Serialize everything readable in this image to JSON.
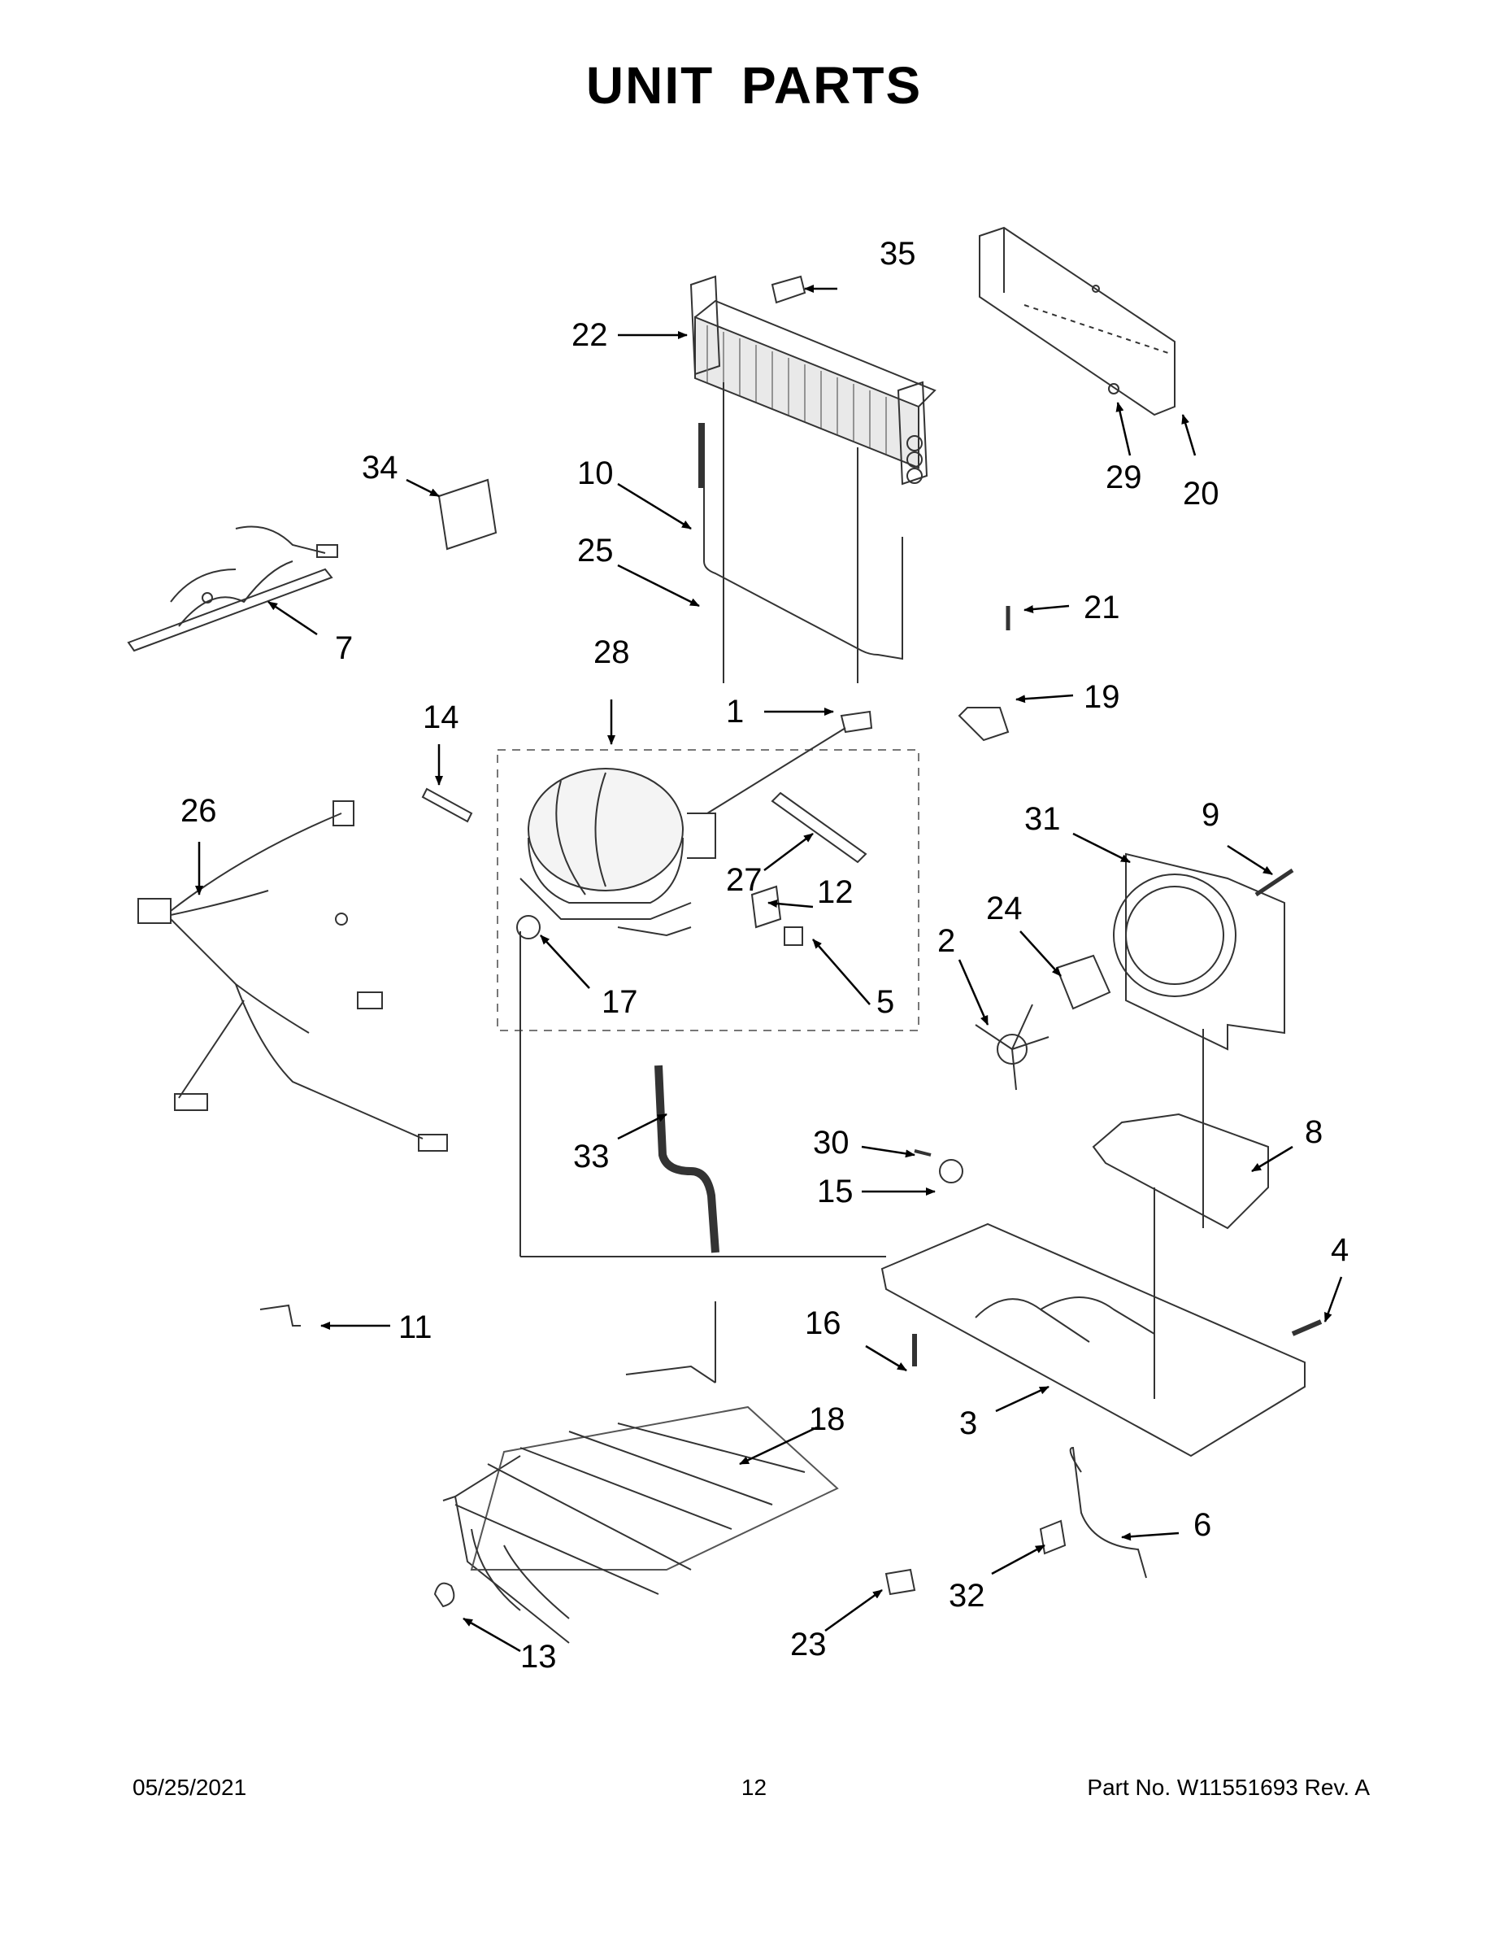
{
  "title": "UNIT  PARTS",
  "callouts": [
    "35",
    "22",
    "34",
    "10",
    "25",
    "7",
    "29",
    "20",
    "21",
    "28",
    "19",
    "14",
    "1",
    "26",
    "27",
    "12",
    "31",
    "9",
    "17",
    "5",
    "24",
    "2",
    "33",
    "30",
    "15",
    "8",
    "4",
    "11",
    "16",
    "3",
    "18",
    "6",
    "32",
    "13",
    "23"
  ],
  "footer": {
    "date": "05/25/2021",
    "page": "12",
    "part": "Part No.  W11551693  Rev.  A"
  }
}
